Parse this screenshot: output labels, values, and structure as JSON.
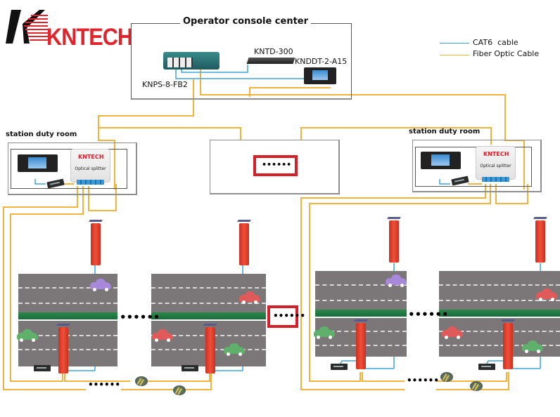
{
  "brand": {
    "logo_text": "KNTECH",
    "logo_color": "#e0242c"
  },
  "legend": {
    "items": [
      {
        "label": "CAT6  cable",
        "color": "#3aa6d6"
      },
      {
        "label": "Fiber Optic Cable",
        "color": "#f0b43c"
      }
    ]
  },
  "operator_center": {
    "title": "Operator console center",
    "devices": [
      {
        "name": "KNPS-8-FB2",
        "type": "switch"
      },
      {
        "name": "KNTD-300",
        "type": "gateway"
      },
      {
        "name": "KNDDT-2-A15",
        "type": "dispatch-console"
      }
    ]
  },
  "station_rooms": [
    {
      "title": "station duty room",
      "splitter_brand": "KNTECH",
      "splitter_label": "Optical splitter"
    },
    {
      "title": "station duty room",
      "splitter_brand": "KNTECH",
      "splitter_label": "Optical splitter"
    }
  ],
  "middle_placeholder": {
    "text": "••••••"
  },
  "ellipsis": {
    "text": "••••••"
  },
  "colors": {
    "cat6": "#3aa6d6",
    "fiber": "#f0b43c",
    "highlight": "#d4202a",
    "road": "#7b7678"
  }
}
